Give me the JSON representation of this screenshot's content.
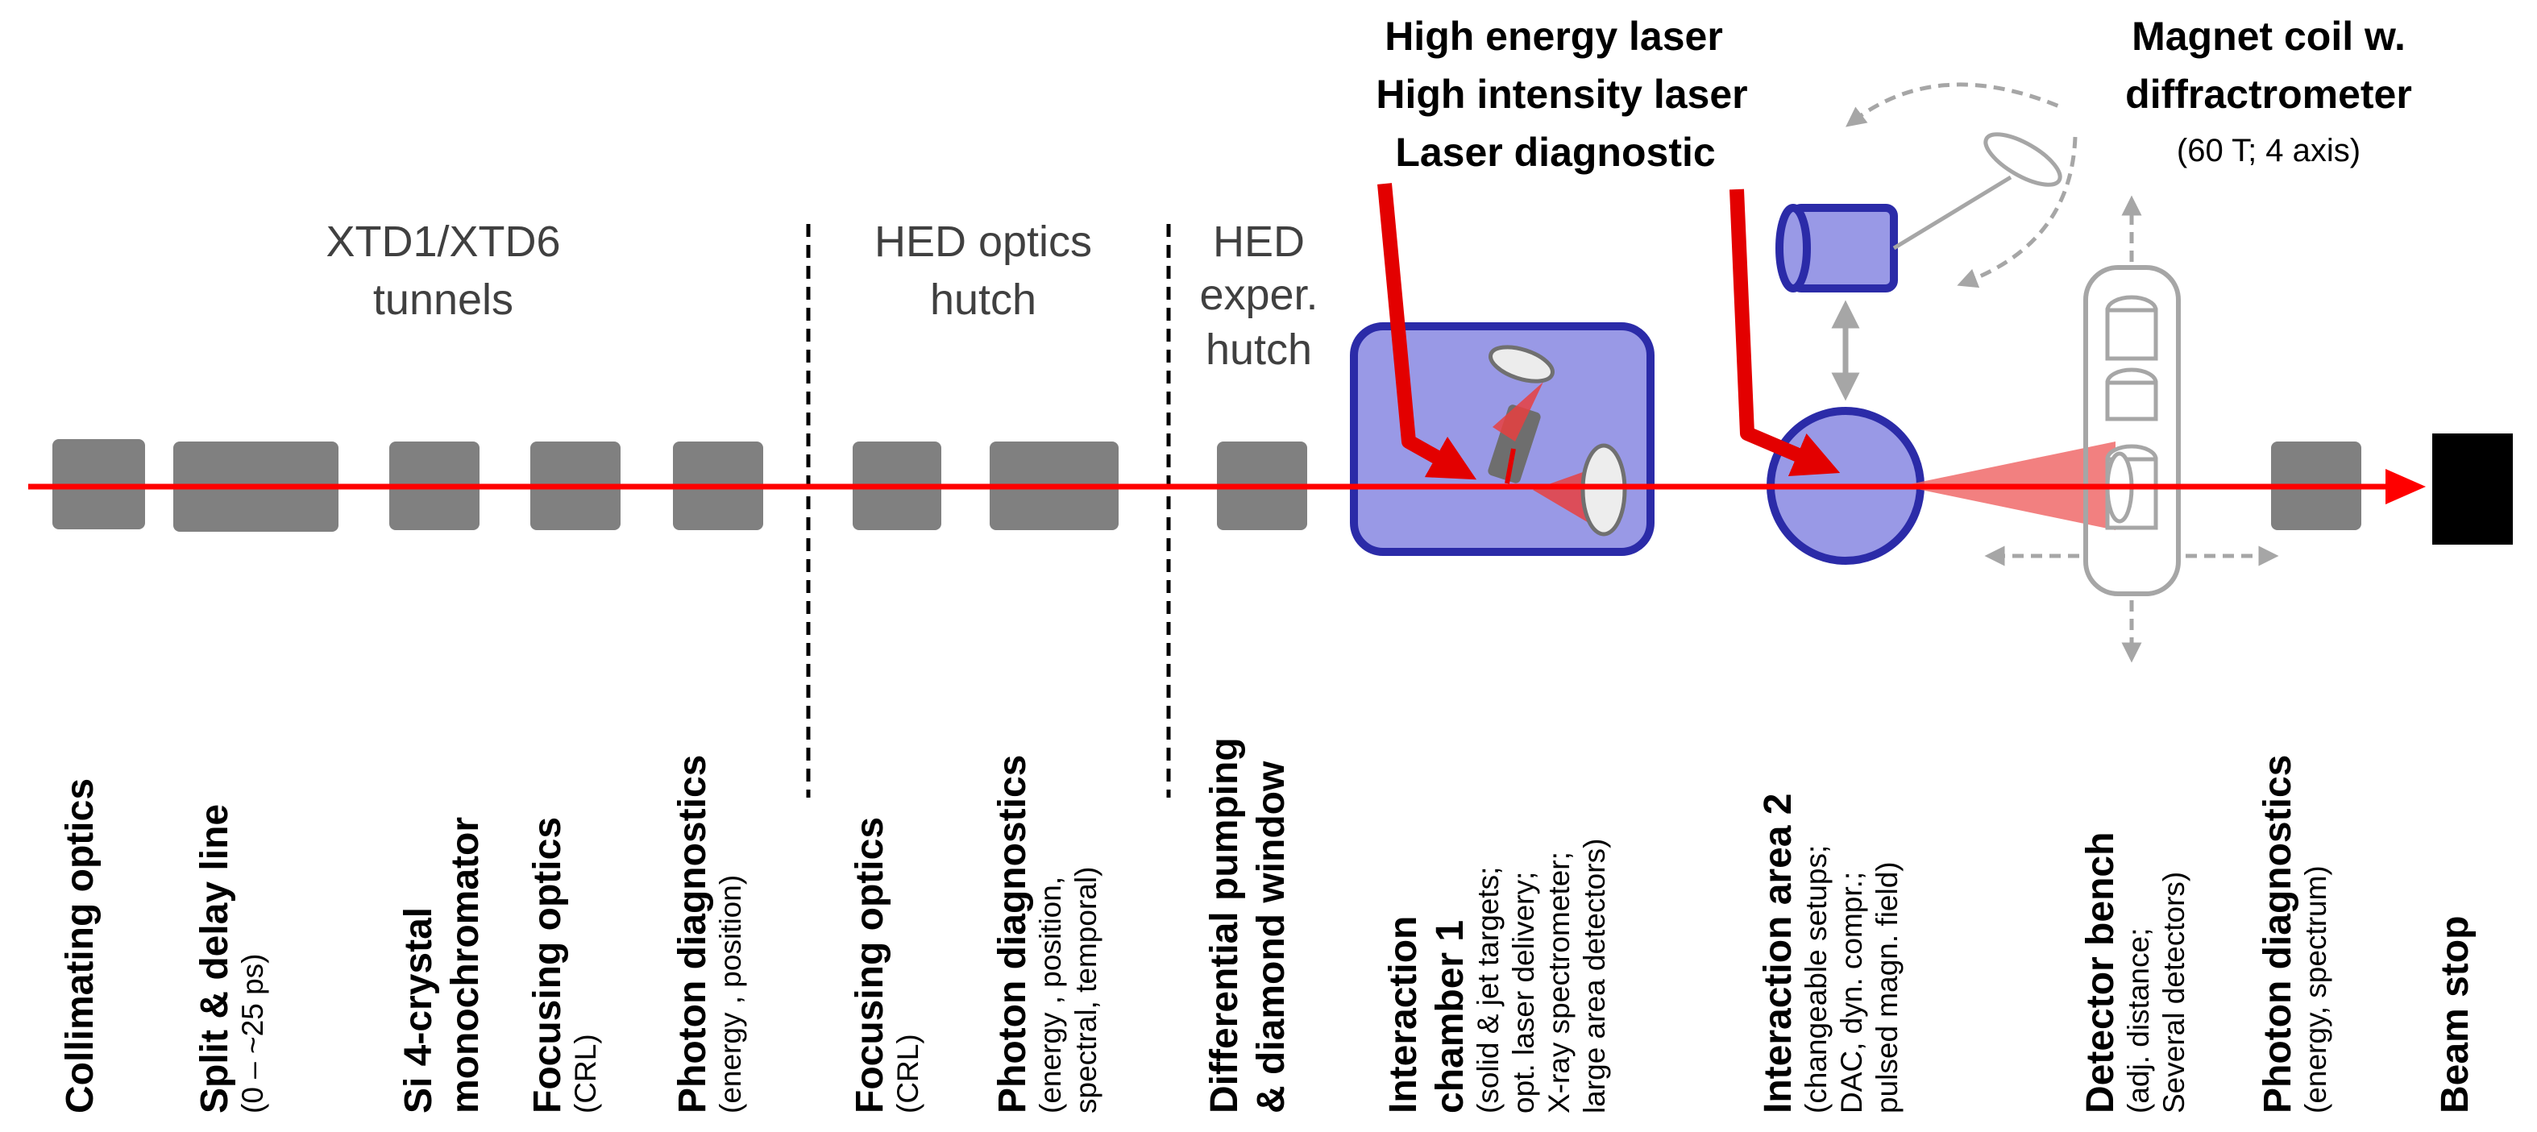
{
  "sections": [
    {
      "id": "tunnels",
      "lines": [
        "XTD1/XTD6",
        "tunnels"
      ]
    },
    {
      "id": "optics_hutch",
      "lines": [
        "HED optics",
        "hutch"
      ]
    },
    {
      "id": "exper_hutch",
      "lines": [
        "HED",
        "exper.",
        "hutch"
      ]
    }
  ],
  "lasers": {
    "lines": [
      "High energy laser",
      "High intensity laser",
      "Laser diagnostic"
    ]
  },
  "magnet_coil": {
    "title_lines": [
      "Magnet coil w.",
      "diffractrometer"
    ],
    "subtitle": "(60 T; 4 axis)"
  },
  "components": [
    {
      "id": "collimating-optics",
      "lines": [
        {
          "text": "Collimating optics",
          "bold": true
        }
      ]
    },
    {
      "id": "split-delay-line",
      "lines": [
        {
          "text": "Split & delay line",
          "bold": true
        },
        {
          "text": "(0 – ~25 ps)",
          "bold": false
        }
      ]
    },
    {
      "id": "si-monochromator",
      "lines": [
        {
          "text": "Si 4-crystal",
          "bold": true
        },
        {
          "text": "monochromator",
          "bold": true
        }
      ]
    },
    {
      "id": "focusing-optics-1",
      "lines": [
        {
          "text": "Focusing optics",
          "bold": true
        },
        {
          "text": "(CRL)",
          "bold": false
        }
      ]
    },
    {
      "id": "photon-diagnostics-1",
      "lines": [
        {
          "text": "Photon diagnostics",
          "bold": true
        },
        {
          "text": "(energy , position)",
          "bold": false
        }
      ]
    },
    {
      "id": "focusing-optics-2",
      "lines": [
        {
          "text": "Focusing optics",
          "bold": true
        },
        {
          "text": "(CRL)",
          "bold": false
        }
      ]
    },
    {
      "id": "photon-diagnostics-2",
      "lines": [
        {
          "text": "Photon diagnostics",
          "bold": true
        },
        {
          "text": "(energy , position,",
          "bold": false
        },
        {
          "text": "spectral, temporal)",
          "bold": false
        }
      ]
    },
    {
      "id": "differential-pumping",
      "lines": [
        {
          "text": "Differential pumping",
          "bold": true
        },
        {
          "text": "& diamond window",
          "bold": true
        }
      ]
    },
    {
      "id": "interaction-chamber-1",
      "lines": [
        {
          "text": "Interaction",
          "bold": true
        },
        {
          "text": "chamber 1",
          "bold": true
        },
        {
          "text": "(solid & jet targets;",
          "bold": false
        },
        {
          "text": "opt. laser delivery;",
          "bold": false
        },
        {
          "text": "X-ray spectrometer;",
          "bold": false
        },
        {
          "text": "large area detectors)",
          "bold": false
        }
      ]
    },
    {
      "id": "interaction-area-2",
      "lines": [
        {
          "text": "Interaction area 2",
          "bold": true
        },
        {
          "text": "(changeable setups;",
          "bold": false
        },
        {
          "text": "DAC, dyn. compr.;",
          "bold": false
        },
        {
          "text": "pulsed magn. field)",
          "bold": false
        }
      ]
    },
    {
      "id": "detector-bench",
      "lines": [
        {
          "text": "Detector bench",
          "bold": true
        },
        {
          "text": "(adj. distance;",
          "bold": false
        },
        {
          "text": "Several detectors)",
          "bold": false
        }
      ]
    },
    {
      "id": "photon-diagnostics-3",
      "lines": [
        {
          "text": "Photon diagnostics",
          "bold": true
        },
        {
          "text": "(energy, spectrum)",
          "bold": false
        }
      ]
    },
    {
      "id": "beam-stop",
      "lines": [
        {
          "text": "Beam stop",
          "bold": true
        }
      ]
    }
  ],
  "colors": {
    "beam": "#ff0000",
    "block_gray": "#808080",
    "chamber_fill": "#9999e6",
    "chamber_stroke": "#2b2ba8",
    "laser_red": "#e30000",
    "coil_gray": "#a6a6a6",
    "beam_stop": "#000000",
    "section_text": "#404040"
  }
}
